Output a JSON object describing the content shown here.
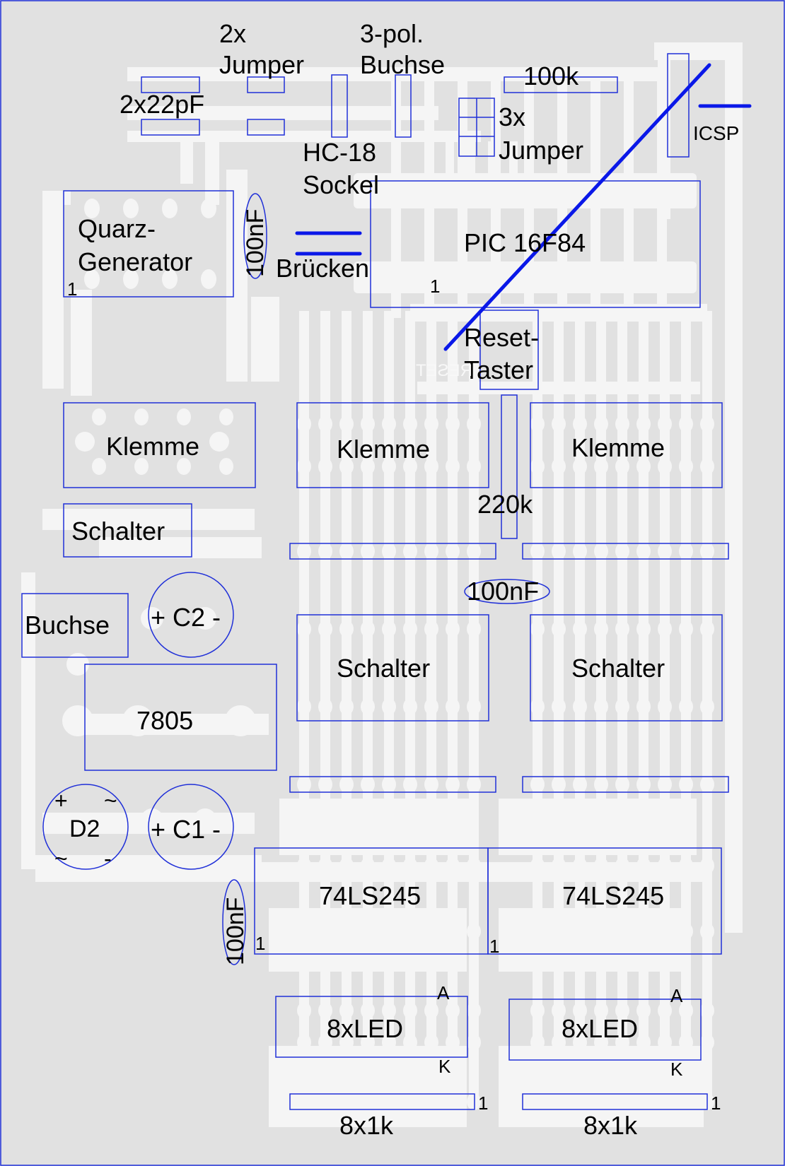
{
  "colors": {
    "board": "#e1e1e1",
    "copper": "#f5f5f5",
    "outline": "#2030d8",
    "wire": "#0a18e8",
    "text": "#000000"
  },
  "labels": {
    "jumper2_line1": "2x",
    "jumper2_line2": "Jumper",
    "buchse3_line1": "3-pol.",
    "buchse3_line2": "Buchse",
    "cap22": "2x22pF",
    "r100k": "100k",
    "jumper3_line1": "3x",
    "jumper3_line2": "Jumper",
    "icsp": "ICSP",
    "hc18_line1": "HC-18",
    "hc18_line2": "Sockel",
    "quarz_line1": "Quarz-",
    "quarz_line2": "Generator",
    "cap_100nf_a": "100nF",
    "bruecken": "Brücken",
    "pic": "PIC 16F84",
    "pin1_quarz": "1",
    "pin1_pic": "1",
    "reset_line1": "Reset-",
    "reset_line2": "Taster",
    "reset_silk": "RESET",
    "klemme_a": "Klemme",
    "klemme_b": "Klemme",
    "klemme_c": "Klemme",
    "schalter_a": "Schalter",
    "r220k": "220k",
    "cap_100nf_b": "100nF",
    "buchse": "Buchse",
    "c2": "+ C2 -",
    "schalter_b": "Schalter",
    "schalter_c": "Schalter",
    "reg7805": "7805",
    "d2": "D2",
    "d2_plus": "+",
    "d2_minus": "-",
    "d2_ac1": "~",
    "d2_ac2": "~",
    "c1": "+ C1 -",
    "ls245_a": "74LS245",
    "ls245_b": "74LS245",
    "cap_100nf_c": "100nF",
    "pin1_ls_a": "1",
    "pin1_ls_b": "1",
    "led_a": "8xLED",
    "led_b": "8xLED",
    "anode_a": "A",
    "anode_b": "A",
    "kathode_a": "K",
    "kathode_b": "K",
    "res_a": "8x1k",
    "res_b": "8x1k",
    "pin1_res_a": "1",
    "pin1_res_b": "1"
  }
}
